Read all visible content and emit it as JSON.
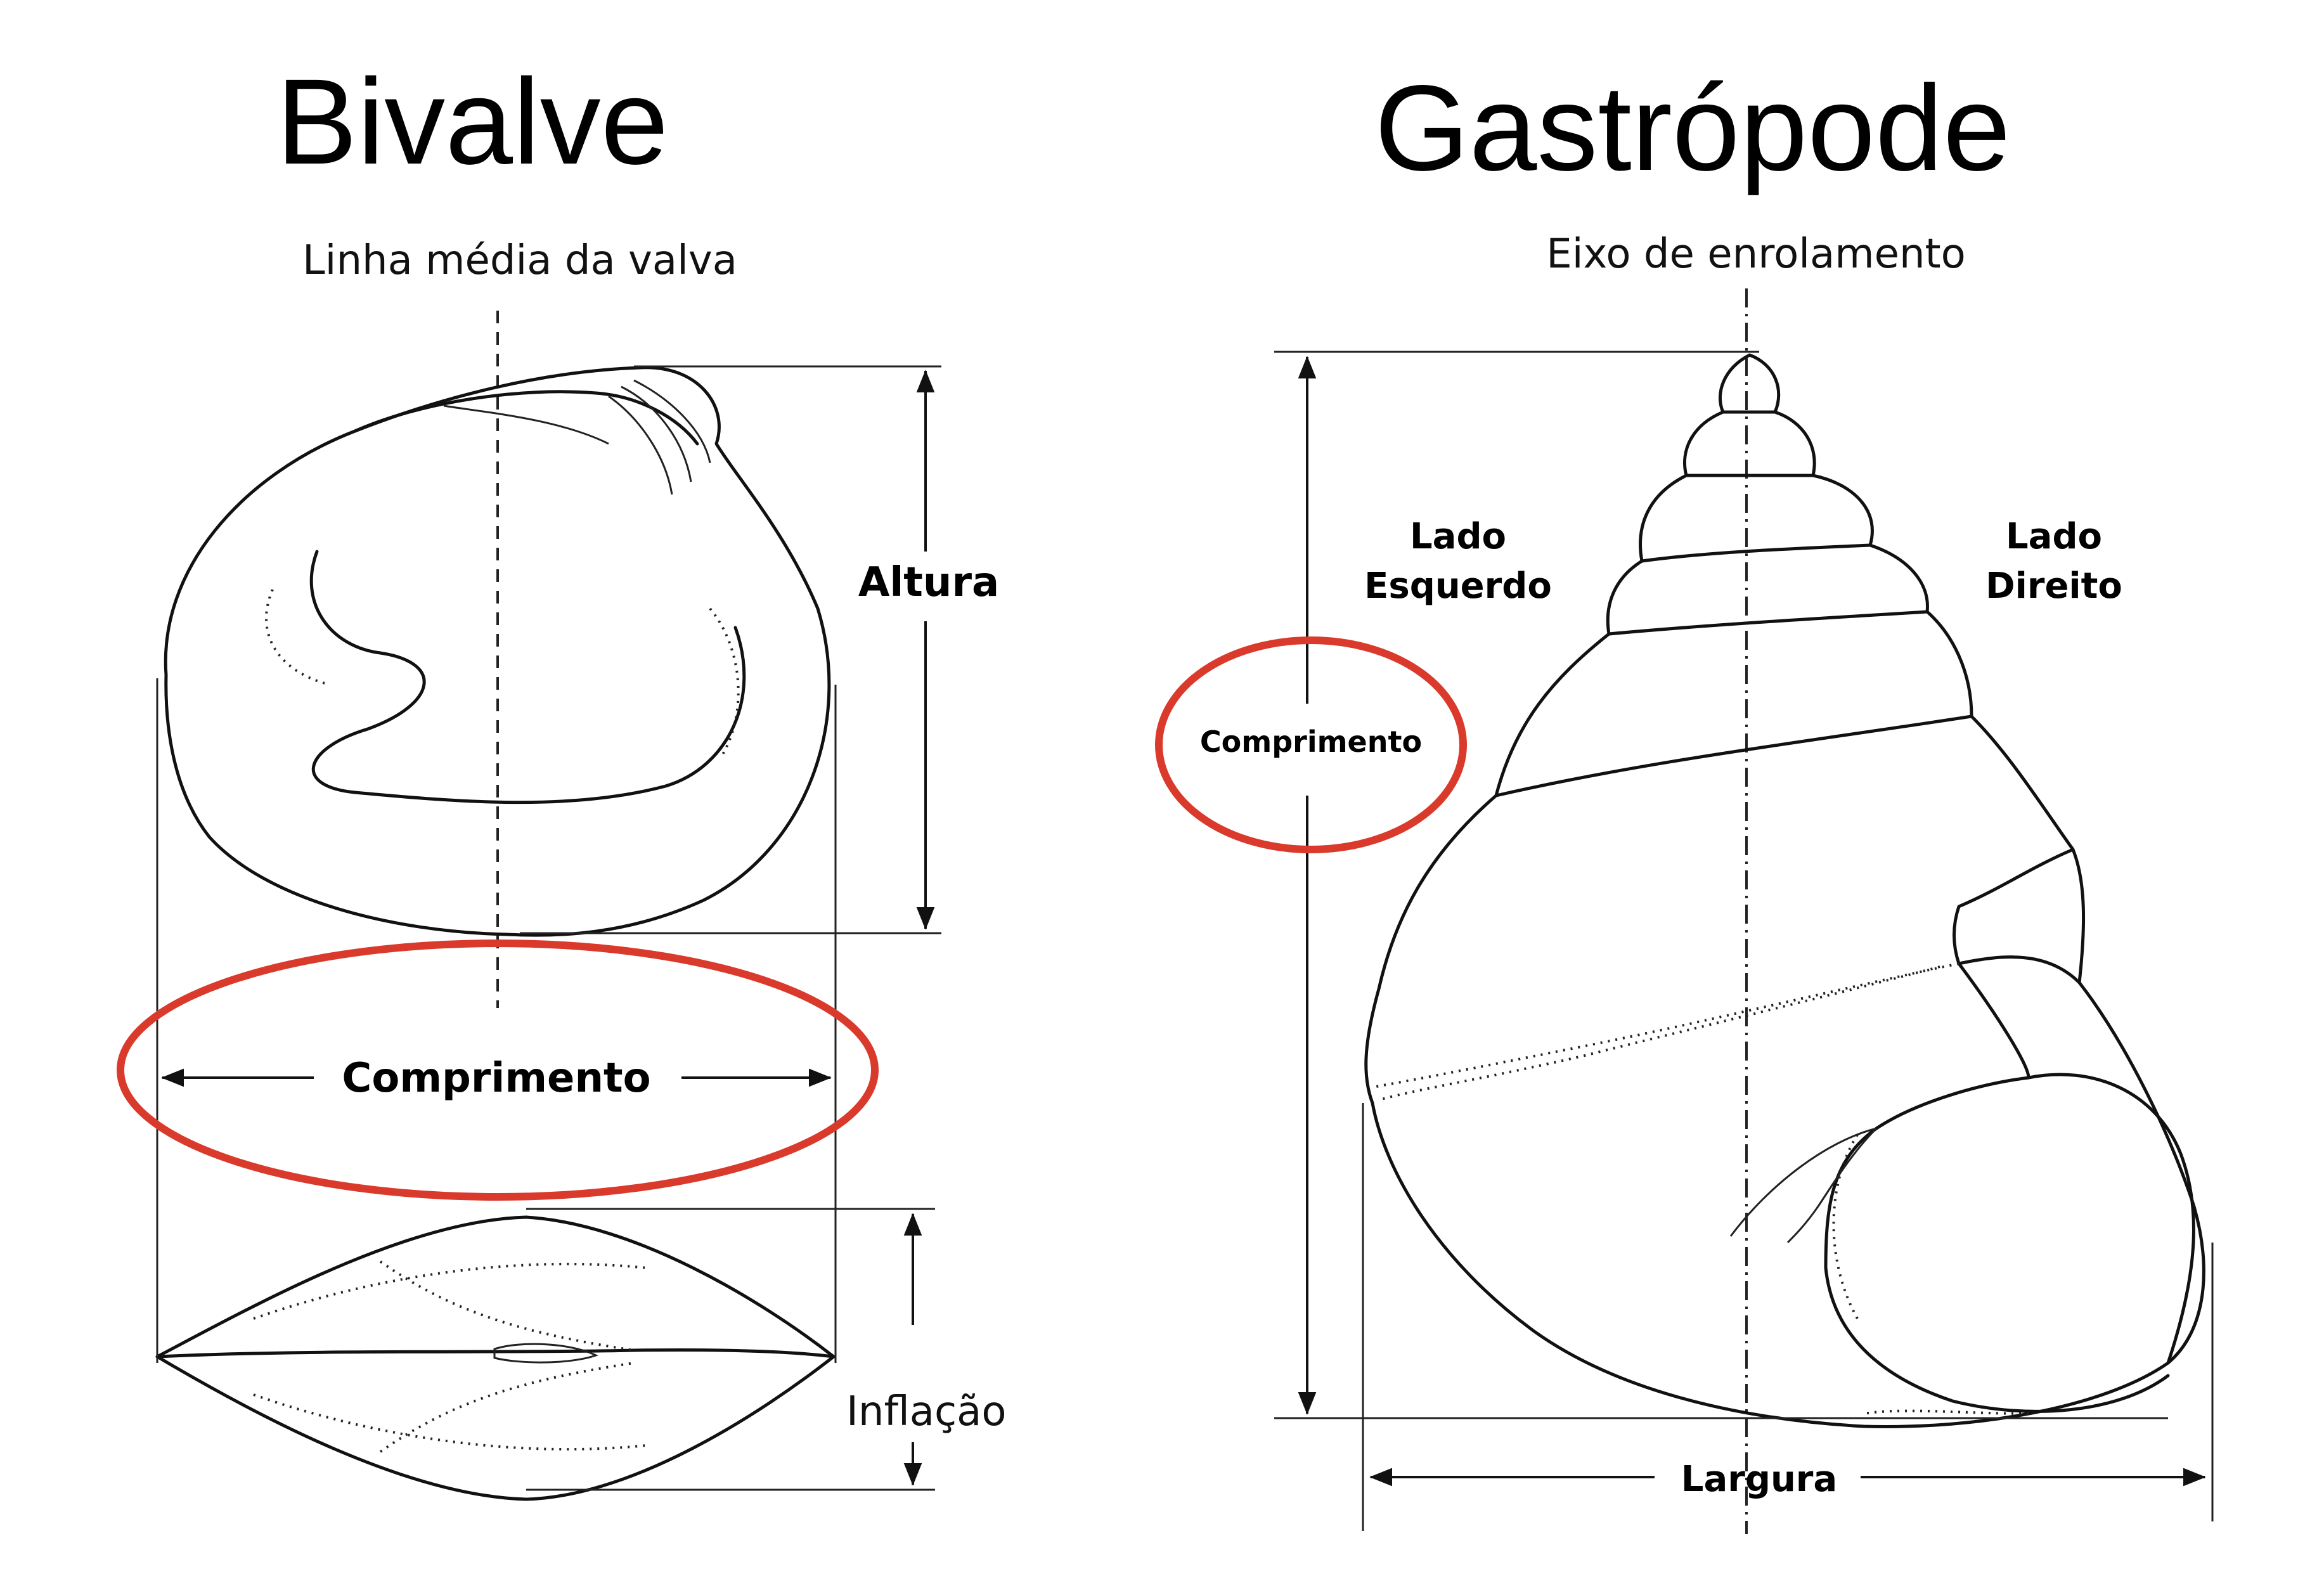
{
  "bivalve": {
    "title": "Bivalve",
    "midline_label": "Linha média da valva",
    "height_label": "Altura",
    "length_label": "Comprimento",
    "inflation_label": "Inflação"
  },
  "gastropod": {
    "title": "Gastrópode",
    "axis_label": "Eixo de enrolamento",
    "left_side_line1": "Lado",
    "left_side_line2": "Esquerdo",
    "right_side_line1": "Lado",
    "right_side_line2": "Direito",
    "length_label": "Comprimento",
    "width_label": "Largura"
  },
  "colors": {
    "highlight": "#d93a2b",
    "ink": "#111111",
    "background": "#ffffff"
  }
}
